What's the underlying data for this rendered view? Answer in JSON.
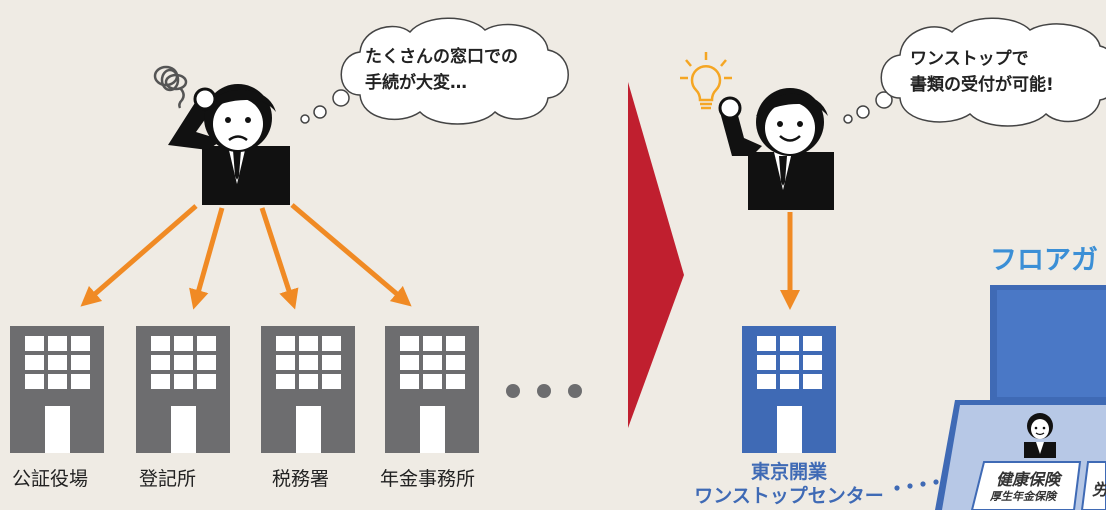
{
  "left": {
    "bubble_lines": [
      "たくさんの窓口での",
      "手続が大変…"
    ],
    "offices": [
      "公証役場",
      "登記所",
      "税務署",
      "年金事務所"
    ]
  },
  "right": {
    "bubble_lines": [
      "ワンストップで",
      "書類の受付が可能!"
    ],
    "center_lines": [
      "東京開業",
      "ワンストップセンター"
    ],
    "floor_guide_title": "フロアガ",
    "counter_main": "健康保険",
    "counter_sub": "厚生年金保険",
    "counter_cut": "労"
  },
  "colors": {
    "background": "#efebe4",
    "arrow": "#f08a24",
    "building_gray": "#6d6d6f",
    "building_blue": "#3f6ab5",
    "transition": "#c01f2f",
    "bulb": "#f5a623",
    "guide_title": "#3b8fd6"
  }
}
